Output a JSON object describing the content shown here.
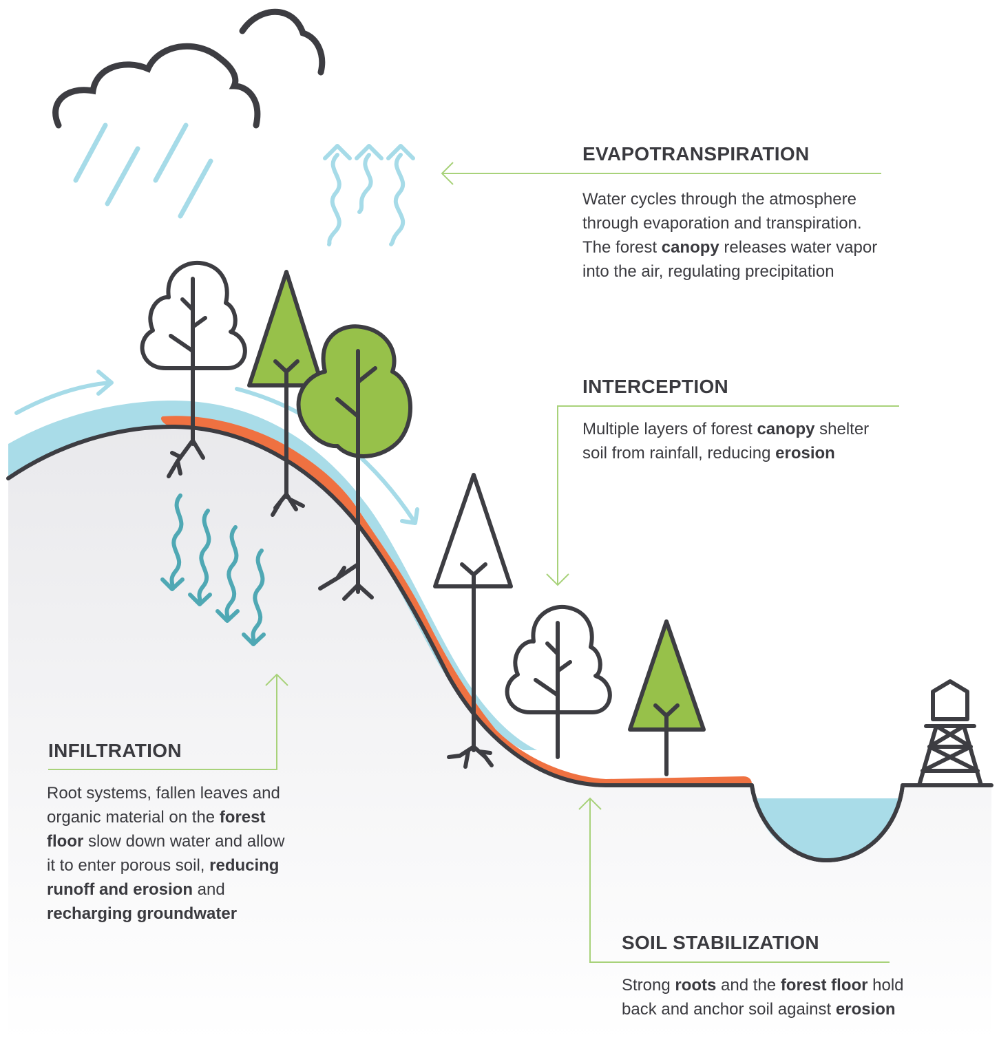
{
  "colors": {
    "outline": "#3d3d42",
    "rain": "#a6dbe8",
    "infiltration_arrows": "#4fa8b4",
    "water_fill": "#a9dce8",
    "forest_floor": "#ef7141",
    "tree_green": "#97c14a",
    "leader_line": "#a8d27a",
    "ground_top": "#ffffff",
    "ground_bottom": "#ececee"
  },
  "icons": [
    "cloud-icon",
    "rain-icon",
    "vapor-icon",
    "deciduous-tree-icon",
    "conifer-tree-icon",
    "root-icon",
    "water-tower-icon",
    "arrow-icon"
  ],
  "sections": {
    "evapotranspiration": {
      "title": "EVAPOTRANSPIRATION",
      "body": [
        {
          "t": "Water cycles through the atmosphere through evaporation and transpiration. The forest "
        },
        {
          "t": "canopy",
          "b": true
        },
        {
          "t": " releases water vapor into the air, regulating precipitation"
        }
      ]
    },
    "interception": {
      "title": "INTERCEPTION",
      "body": [
        {
          "t": "Multiple layers of forest "
        },
        {
          "t": "canopy",
          "b": true
        },
        {
          "t": " shelter soil from rainfall, reducing "
        },
        {
          "t": "erosion",
          "b": true
        }
      ]
    },
    "infiltration": {
      "title": "INFILTRATION",
      "body": [
        {
          "t": "Root systems, fallen leaves and organic material on the "
        },
        {
          "t": "forest floor",
          "b": true
        },
        {
          "t": " slow down water and allow it to enter porous soil, "
        },
        {
          "t": "reducing runoff and erosion",
          "b": true
        },
        {
          "t": " and "
        },
        {
          "t": "recharging groundwater",
          "b": true
        }
      ]
    },
    "soil_stabilization": {
      "title": "SOIL STABILIZATION",
      "body": [
        {
          "t": "Strong "
        },
        {
          "t": "roots",
          "b": true
        },
        {
          "t": " and the "
        },
        {
          "t": "forest floor",
          "b": true
        },
        {
          "t": " hold back and anchor soil against "
        },
        {
          "t": "erosion",
          "b": true
        }
      ]
    }
  }
}
